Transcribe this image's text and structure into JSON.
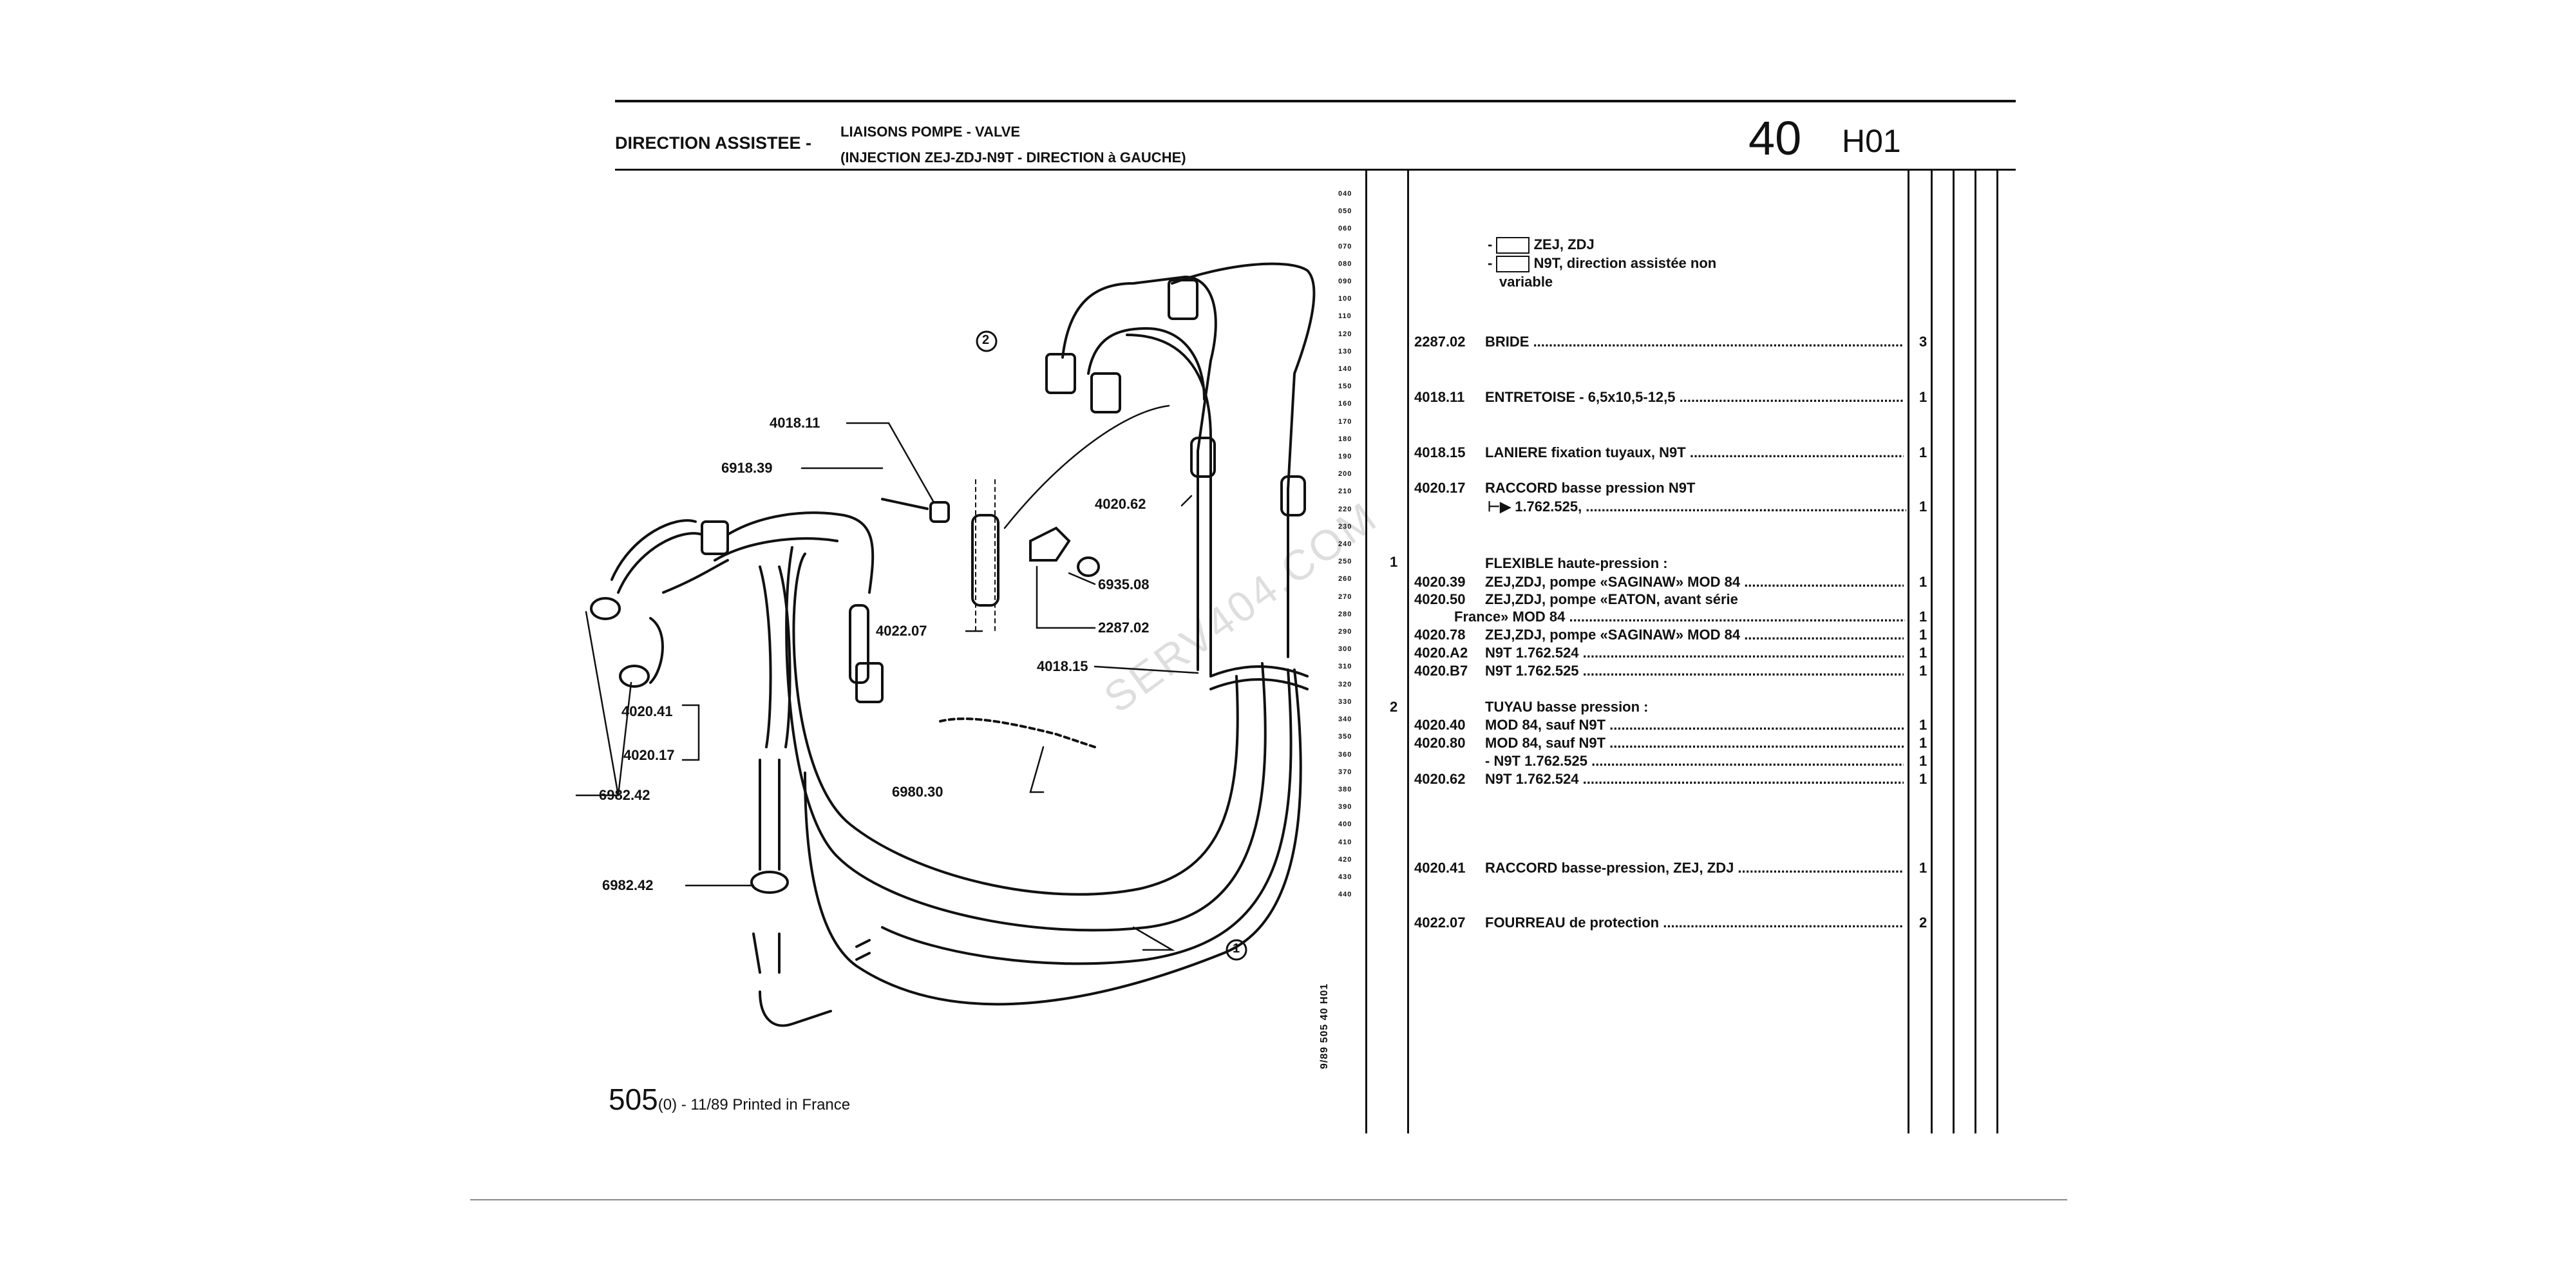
{
  "header": {
    "title": "DIRECTION ASSISTEE -",
    "subtitle_line1": "LIAISONS POMPE - VALVE",
    "subtitle_line2": "(INJECTION ZEJ-ZDJ-N9T - DIRECTION à GAUCHE)",
    "group_number": "40",
    "section_code": "H01"
  },
  "diagram_labels": {
    "callout_1": "1",
    "callout_2": "2",
    "p4018_11": "4018.11",
    "p6918_39": "6918.39",
    "p4020_62": "4020.62",
    "p6935_08": "6935.08",
    "p4022_07": "4022.07",
    "p2287_02": "2287.02",
    "p4018_15": "4018.15",
    "p4020_41": "4020.41",
    "p4020_17": "4020.17",
    "p6982_42_a": "6982.42",
    "p6980_30": "6980.30",
    "p6982_42_b": "6982.42"
  },
  "line_scale": [
    "040",
    "050",
    "060",
    "070",
    "080",
    "090",
    "100",
    "110",
    "120",
    "130",
    "140",
    "150",
    "160",
    "170",
    "180",
    "190",
    "200",
    "210",
    "220",
    "230",
    "240",
    "250",
    "260",
    "270",
    "280",
    "290",
    "300",
    "310",
    "320",
    "330",
    "340",
    "350",
    "360",
    "370",
    "380",
    "390",
    "400",
    "410",
    "420",
    "430",
    "440"
  ],
  "vertical_ref": "9/89  505  40 H01",
  "watermark": "SERV404.COM",
  "variants": {
    "line1": "ZEJ, ZDJ",
    "line2": "N9T, direction assistée non",
    "line3": "variable"
  },
  "parts": [
    {
      "code": "2287.02",
      "desc": "BRIDE",
      "qty": "3"
    },
    {
      "code": "4018.11",
      "desc": "ENTRETOISE - 6,5x10,5-12,5",
      "qty": "1"
    },
    {
      "code": "4018.15",
      "desc": "LANIERE fixation tuyaux, N9T",
      "qty": "1"
    },
    {
      "code": "4020.17",
      "desc": "RACCORD basse pression N9T",
      "qty": ""
    },
    {
      "code": "",
      "desc": "1.762.525,",
      "qty": "1"
    },
    {
      "code": "",
      "desc": "FLEXIBLE haute-pression :",
      "qty": "",
      "level": "1"
    },
    {
      "code": "4020.39",
      "desc": "ZEJ,ZDJ, pompe «SAGINAW» MOD 84",
      "qty": "1"
    },
    {
      "code": "4020.50",
      "desc": "ZEJ,ZDJ, pompe «EATON, avant série",
      "qty": ""
    },
    {
      "code": "",
      "desc": "France» MOD 84",
      "qty": "1"
    },
    {
      "code": "4020.78",
      "desc": "ZEJ,ZDJ, pompe «SAGINAW» MOD 84",
      "qty": "1"
    },
    {
      "code": "4020.A2",
      "desc": "N9T 1.762.524",
      "qty": "1"
    },
    {
      "code": "4020.B7",
      "desc": "N9T 1.762.525",
      "qty": "1"
    },
    {
      "code": "",
      "desc": "TUYAU basse pression :",
      "qty": "",
      "level": "2"
    },
    {
      "code": "4020.40",
      "desc": "MOD 84, sauf N9T",
      "qty": "1"
    },
    {
      "code": "4020.80",
      "desc": "MOD 84, sauf N9T",
      "qty": "1"
    },
    {
      "code": "",
      "desc": "- N9T 1.762.525",
      "qty": "1"
    },
    {
      "code": "4020.62",
      "desc": "N9T 1.762.524",
      "qty": "1"
    },
    {
      "code": "4020.41",
      "desc": "RACCORD basse-pression, ZEJ, ZDJ",
      "qty": "1"
    },
    {
      "code": "4022.07",
      "desc": "FOURREAU de protection",
      "qty": "2"
    }
  ],
  "footer": {
    "page": "505",
    "edition": "(0) - 11/89 Printed in France"
  }
}
